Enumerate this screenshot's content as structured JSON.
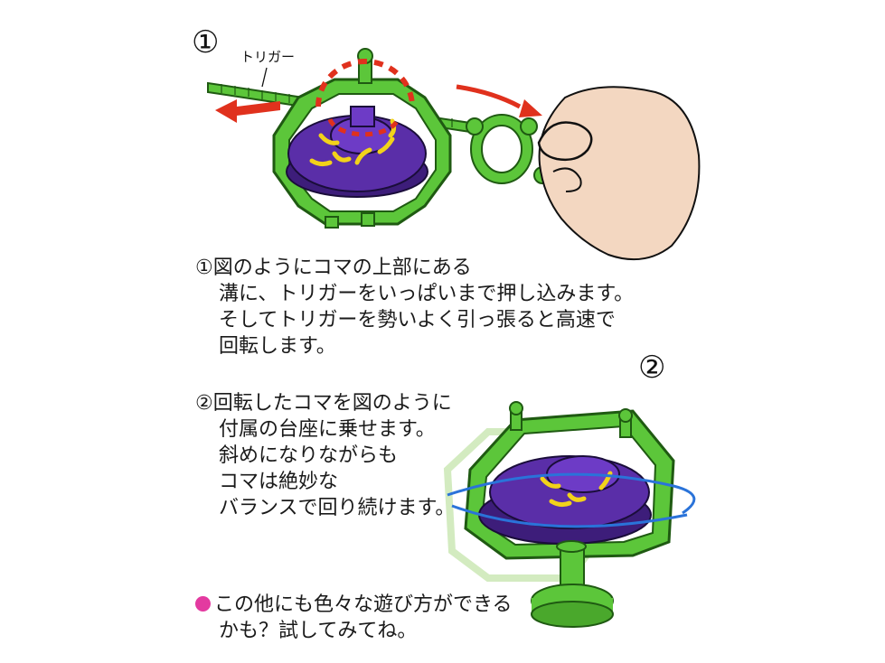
{
  "step1": {
    "number": "①",
    "trigger_label": "トリガー",
    "lines": [
      "①図のようにコマの上部にある",
      "溝に、トリガーをいっぱいまで押し込みます。",
      "そしてトリガーを勢いよく引っ張ると高速で",
      "回転します。"
    ]
  },
  "step2": {
    "number": "②",
    "lines": [
      "②回転したコマを図のように",
      "付属の台座に乗せます。",
      "斜めになりながらも",
      "コマは絶妙な",
      "バランスで回り続けます。"
    ]
  },
  "note": {
    "lines": [
      "この他にも色々な遊び方ができる",
      "かも？試してみてね。"
    ]
  },
  "colors": {
    "frame_green": "#5cc63a",
    "frame_outline": "#1f5a12",
    "top_purple": "#5a2ea8",
    "top_highlight": "#f2d21a",
    "arrow_red": "#e0311d",
    "dashed_red": "#e0311d",
    "spin_blue": "#2a73d9",
    "skin": "#f3d7c1",
    "note_dot": "#e33aa0"
  },
  "icons": {
    "step1_illustration": "launcher-pull-icon",
    "step2_illustration": "top-on-stand-icon"
  }
}
